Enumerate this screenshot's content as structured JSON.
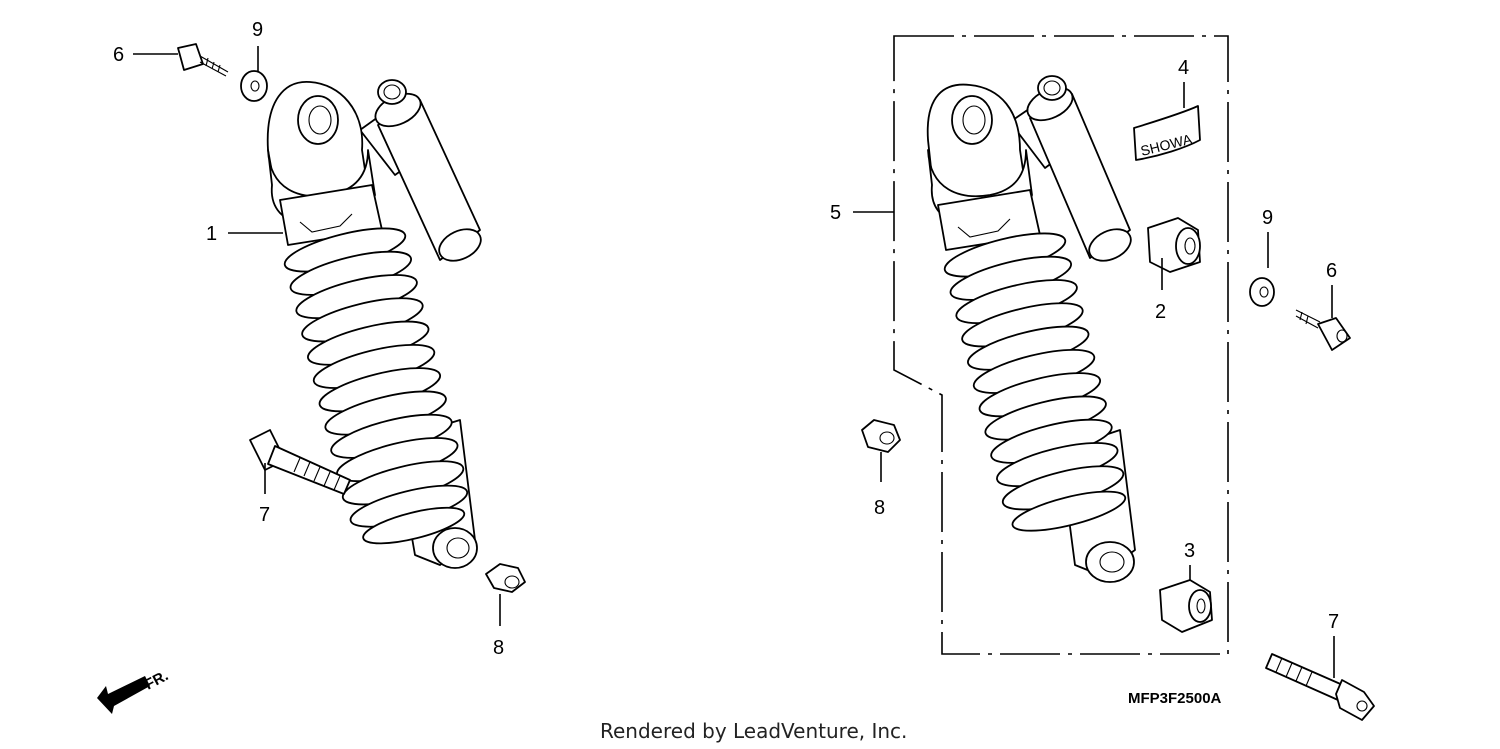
{
  "callouts": {
    "l1": "1",
    "l6": "6",
    "l9": "9",
    "l7": "7",
    "l8": "8",
    "r5": "5",
    "r4": "4",
    "r2": "2",
    "r9": "9",
    "r6": "6",
    "r8": "8",
    "r3": "3",
    "r7": "7"
  },
  "brand_text": "SHOWA",
  "direction_label": "FR.",
  "diagram_code": "MFP3F2500A",
  "footer": "Rendered by LeadVenture, Inc."
}
